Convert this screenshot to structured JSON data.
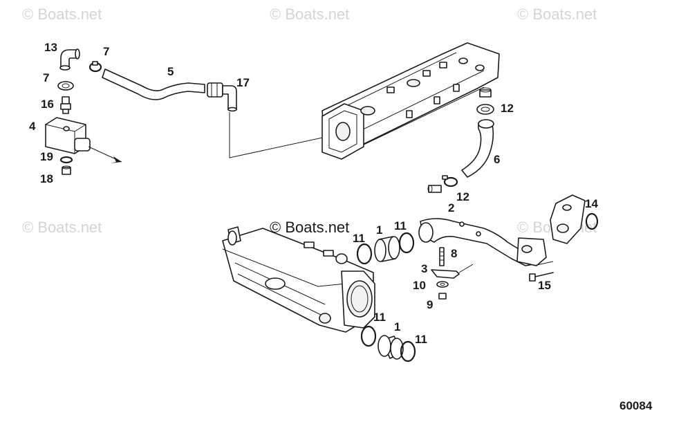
{
  "watermarks": {
    "text": "© Boats.net",
    "center": "© Boats.net"
  },
  "diagram_ref": "60084",
  "callouts": {
    "c13": "13",
    "c7a": "7",
    "c7b": "7",
    "c5": "5",
    "c17": "17",
    "c16": "16",
    "c4": "4",
    "c19": "19",
    "c18": "18",
    "c12a": "12",
    "c6": "6",
    "c12b": "12",
    "c2": "2",
    "c14": "14",
    "c1a": "1",
    "c11a": "11",
    "c11b": "11",
    "c8": "8",
    "c3": "3",
    "c10": "10",
    "c9": "9",
    "c15": "15",
    "c11c": "11",
    "c1b": "1",
    "c11d": "11"
  }
}
